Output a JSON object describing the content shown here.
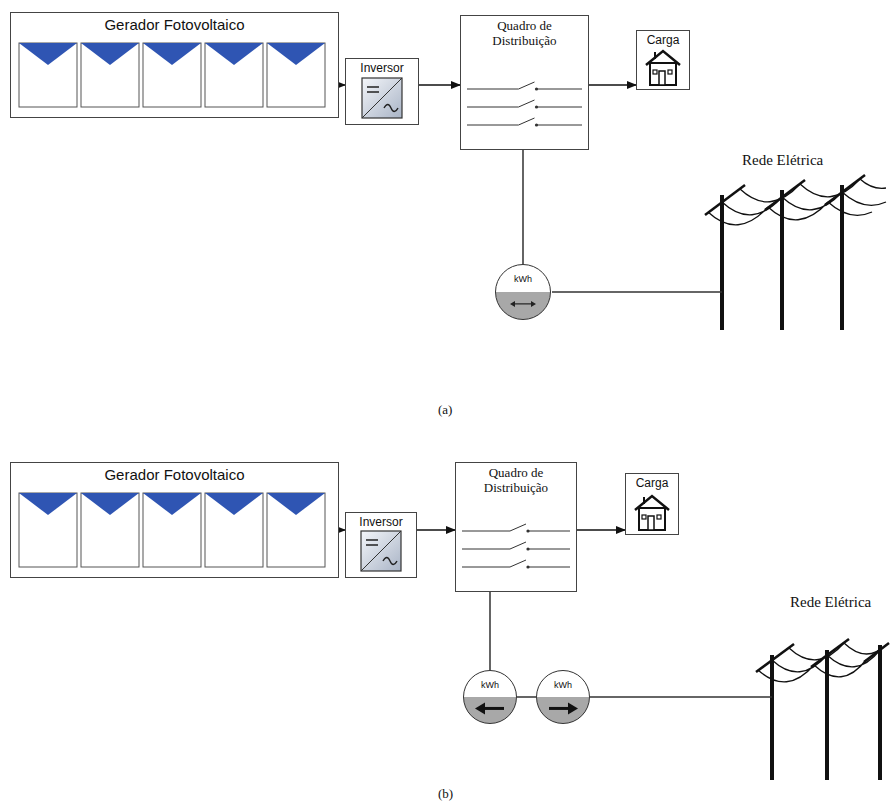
{
  "diagram": {
    "nodes": [
      {
        "text": [
          "Gerador Fotovoltaico"
        ]
      },
      {
        "text": [
          "Inversor"
        ]
      },
      {
        "text": [
          "Quadro de Distribuição"
        ]
      },
      {
        "text": [
          "Carga"
        ]
      },
      {
        "text": [
          "kWh"
        ]
      },
      {
        "text": [
          "Gerador Fotovoltaico"
        ]
      },
      {
        "text": [
          "Inversor"
        ]
      },
      {
        "text": [
          "Quadro de Distribuição"
        ]
      },
      {
        "text": [
          "Carga"
        ]
      },
      {
        "text": [
          "kWh"
        ]
      },
      {
        "text": [
          "kWh"
        ]
      }
    ],
    "edges": [
      {
        "from": 0,
        "to": 1,
        "arrow": "to"
      },
      {
        "from": 1,
        "to": 2,
        "arrow": "to"
      },
      {
        "from": 2,
        "to": 3,
        "arrow": "to"
      },
      {
        "from": 2,
        "to": 4,
        "arrow": "none"
      },
      {
        "from": 5,
        "to": 6,
        "arrow": "to"
      },
      {
        "from": 6,
        "to": 7,
        "arrow": "to"
      },
      {
        "from": 7,
        "to": 8,
        "arrow": "to"
      },
      {
        "from": 7,
        "to": 9,
        "arrow": "none"
      },
      {
        "from": 9,
        "to": 10,
        "arrow": "none"
      }
    ],
    "labels": [
      "Rede Elétrica",
      "(a)",
      "Rede Elétrica",
      "(b)"
    ]
  }
}
